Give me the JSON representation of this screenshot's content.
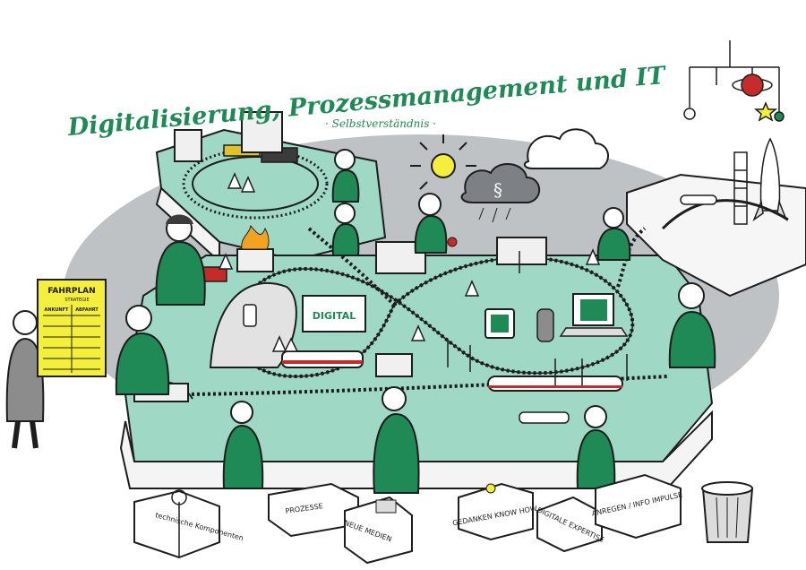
{
  "title": "Digitalisierung, Prozessmanagement und IT",
  "subtitle": "· Selbstverständnis ·",
  "colors": {
    "green": "#1f8a55",
    "mint": "#9fd8c4",
    "grey_oval": "#bfc2c4",
    "yellow_sign": "#f4ee3c",
    "ink": "#1d1d1d"
  },
  "signs": {
    "fahrplan": "FAHRPLAN",
    "strategie": "STRATEGIE",
    "ankunft": "ANKUNFT",
    "abfahrt": "ABFAHRT",
    "digital": "DIGITAL",
    "paragraph": "§"
  },
  "boxes": [
    {
      "label": "technische Komponenten"
    },
    {
      "label": "PROZESSE"
    },
    {
      "label": "NEUE MEDIEN"
    },
    {
      "label": "GEDANKEN KNOW HOW"
    },
    {
      "label": "DIGITALE EXPERTISE"
    },
    {
      "label": "ANREGEN / INFO IMPULSE"
    }
  ]
}
